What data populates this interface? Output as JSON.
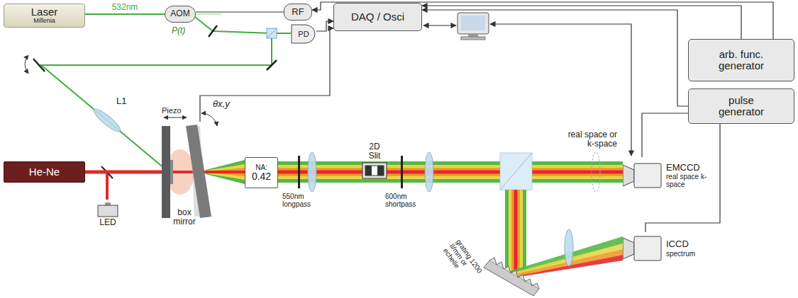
{
  "diagram": {
    "nodes": [
      {
        "text": [
          "Laser",
          "Millenia"
        ]
      },
      {
        "text": [
          "AOM"
        ]
      },
      {
        "text": [
          "RF"
        ]
      },
      {
        "text": [
          "DAQ / Osci"
        ]
      },
      {
        "text": [
          "arb. func. generator"
        ]
      },
      {
        "text": [
          "pulse generator"
        ]
      },
      {
        "text": [
          "PD"
        ]
      },
      {
        "text": [
          "box mirror"
        ]
      },
      {
        "text": [
          "He-Ne"
        ]
      },
      {
        "text": [
          "LED"
        ]
      },
      {
        "text": [
          "NA:",
          "0.42"
        ]
      },
      {
        "text": [
          "2D Slit"
        ]
      },
      {
        "text": [
          "EMCCD",
          "real space k-space"
        ]
      },
      {
        "text": [
          "ICCD",
          "spectrum"
        ]
      }
    ],
    "edges": [
      {
        "from": 0,
        "to": 1,
        "arrow": "none",
        "label": "532nm"
      },
      {
        "from": 2,
        "to": 1,
        "arrow": "none"
      },
      {
        "from": 4,
        "to": 2,
        "arrow": "to"
      },
      {
        "from": 4,
        "to": 3,
        "arrow": "to"
      },
      {
        "from": 5,
        "to": 3,
        "arrow": "to"
      },
      {
        "from": 6,
        "to": 3,
        "arrow": "to"
      },
      {
        "from": 7,
        "to": 3,
        "arrow": "to"
      },
      {
        "from": 5,
        "to": 12,
        "arrow": "none"
      },
      {
        "from": 5,
        "to": 13,
        "arrow": "none"
      },
      {
        "from": 8,
        "to": 7,
        "arrow": "none"
      }
    ],
    "labels": [
      "P(t)",
      "L1",
      "Piezo",
      "θx,y",
      "550nm longpass",
      "600nm shortpass",
      "real space or k-space",
      "grating 1200 ll/mm or echelle"
    ]
  }
}
